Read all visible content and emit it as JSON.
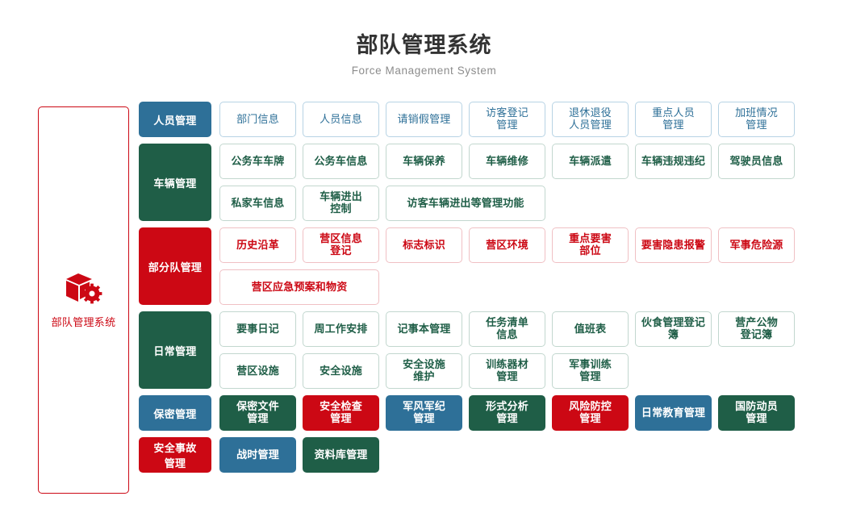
{
  "header": {
    "title": "部队管理系统",
    "subtitle": "Force Management System"
  },
  "sidebar": {
    "icon": "cube-gear-icon",
    "label": "部队管理系统",
    "accent_color": "#cc0814"
  },
  "colors": {
    "blue": "#2e7098",
    "green": "#1f5e47",
    "red": "#cc0814",
    "title": "#333333",
    "subtitle": "#8c8c8c"
  },
  "sections": [
    {
      "label": "人员管理",
      "label_style": "sec-blue",
      "rows": [
        [
          {
            "text": "部门信息",
            "style": "outline-blue",
            "span": 1
          },
          {
            "text": "人员信息",
            "style": "outline-blue",
            "span": 1
          },
          {
            "text": "请销假管理",
            "style": "outline-blue",
            "span": 1
          },
          {
            "text": "访客登记\n管理",
            "style": "outline-blue",
            "span": 1
          },
          {
            "text": "退休退役\n人员管理",
            "style": "outline-blue",
            "span": 1
          },
          {
            "text": "重点人员\n管理",
            "style": "outline-blue",
            "span": 1
          },
          {
            "text": "加班情况\n管理",
            "style": "outline-blue",
            "span": 1
          }
        ]
      ]
    },
    {
      "label": "车辆管理",
      "label_style": "sec-green",
      "rows": [
        [
          {
            "text": "公务车车牌",
            "style": "outline-green",
            "span": 1
          },
          {
            "text": "公务车信息",
            "style": "outline-green",
            "span": 1
          },
          {
            "text": "车辆保养",
            "style": "outline-green",
            "span": 1
          },
          {
            "text": "车辆维修",
            "style": "outline-green",
            "span": 1
          },
          {
            "text": "车辆派遣",
            "style": "outline-green",
            "span": 1
          },
          {
            "text": "车辆违规违纪",
            "style": "outline-green",
            "span": 1
          },
          {
            "text": "驾驶员信息",
            "style": "outline-green",
            "span": 1
          }
        ],
        [
          {
            "text": "私家车信息",
            "style": "outline-green",
            "span": 1
          },
          {
            "text": "车辆进出\n控制",
            "style": "outline-green",
            "span": 1
          },
          {
            "text": "访客车辆进出等管理功能",
            "style": "outline-green",
            "span": 2
          }
        ]
      ]
    },
    {
      "label": "部分队管理",
      "label_style": "sec-red",
      "rows": [
        [
          {
            "text": "历史沿革",
            "style": "outline-red",
            "span": 1
          },
          {
            "text": "营区信息\n登记",
            "style": "outline-red",
            "span": 1
          },
          {
            "text": "标志标识",
            "style": "outline-red",
            "span": 1
          },
          {
            "text": "营区环境",
            "style": "outline-red",
            "span": 1
          },
          {
            "text": "重点要害\n部位",
            "style": "outline-red",
            "span": 1
          },
          {
            "text": "要害隐患报警",
            "style": "outline-red",
            "span": 1
          },
          {
            "text": "军事危险源",
            "style": "outline-red",
            "span": 1
          }
        ],
        [
          {
            "text": "营区应急预案和物资",
            "style": "outline-red",
            "span": 2
          }
        ]
      ]
    },
    {
      "label": "日常管理",
      "label_style": "sec-green",
      "rows": [
        [
          {
            "text": "要事日记",
            "style": "outline-green",
            "span": 1
          },
          {
            "text": "周工作安排",
            "style": "outline-green",
            "span": 1
          },
          {
            "text": "记事本管理",
            "style": "outline-green",
            "span": 1
          },
          {
            "text": "任务清单\n信息",
            "style": "outline-green",
            "span": 1
          },
          {
            "text": "值班表",
            "style": "outline-green",
            "span": 1
          },
          {
            "text": "伙食管理登记簿",
            "style": "outline-green",
            "span": 1
          },
          {
            "text": "营产公物\n登记簿",
            "style": "outline-green",
            "span": 1
          }
        ],
        [
          {
            "text": "营区设施",
            "style": "outline-green",
            "span": 1
          },
          {
            "text": "安全设施",
            "style": "outline-green",
            "span": 1
          },
          {
            "text": "安全设施\n维护",
            "style": "outline-green",
            "span": 1
          },
          {
            "text": "训练器材\n管理",
            "style": "outline-green",
            "span": 1
          },
          {
            "text": "军事训练\n管理",
            "style": "outline-green",
            "span": 1
          }
        ]
      ]
    },
    {
      "label": "保密管理",
      "label_style": "sec-blue",
      "rows": [
        [
          {
            "text": "保密文件\n管理",
            "style": "solid-green",
            "span": 1
          },
          {
            "text": "安全检查\n管理",
            "style": "solid-red",
            "span": 1
          },
          {
            "text": "军风军纪\n管理",
            "style": "solid-blue",
            "span": 1
          },
          {
            "text": "形式分析\n管理",
            "style": "solid-green",
            "span": 1
          },
          {
            "text": "风险防控\n管理",
            "style": "solid-red",
            "span": 1
          },
          {
            "text": "日常教育管理",
            "style": "solid-blue",
            "span": 1
          },
          {
            "text": "国防动员\n管理",
            "style": "solid-green",
            "span": 1
          }
        ]
      ]
    },
    {
      "label": "安全事故\n管理",
      "label_style": "sec-red",
      "rows": [
        [
          {
            "text": "战时管理",
            "style": "solid-blue",
            "span": 1
          },
          {
            "text": "资料库管理",
            "style": "solid-green",
            "span": 1
          }
        ]
      ]
    }
  ]
}
